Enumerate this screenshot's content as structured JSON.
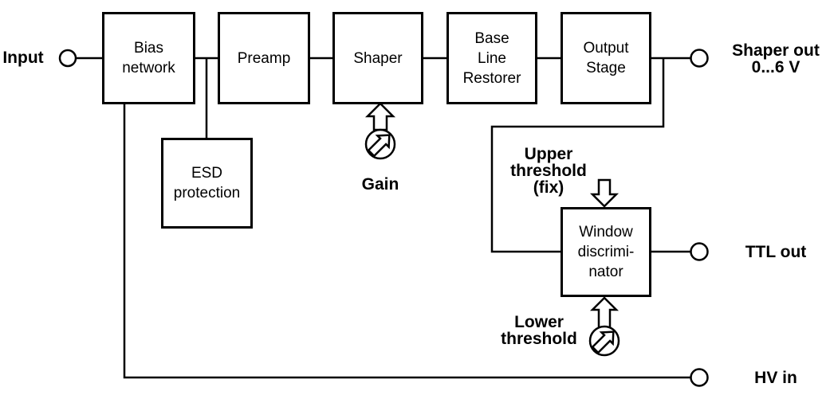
{
  "colors": {
    "background": "#ffffff",
    "line": "#000000",
    "text": "#000000"
  },
  "blocks": {
    "bias_network": {
      "label": "Bias\nnetwork"
    },
    "preamp": {
      "label": "Preamp"
    },
    "shaper": {
      "label": "Shaper"
    },
    "base_line_restorer": {
      "label": "Base\nLine\nRestorer"
    },
    "output_stage": {
      "label": "Output\nStage"
    },
    "esd_protection": {
      "label": "ESD\nprotection"
    },
    "window_discriminator": {
      "label": "Window\ndiscrimi-\nnator"
    }
  },
  "terminals": {
    "input": {
      "label": "Input"
    },
    "shaper_out": {
      "label": "Shaper out\n0...6 V"
    },
    "ttl_out": {
      "label": "TTL out"
    },
    "hv_in": {
      "label": "HV in"
    }
  },
  "controls": {
    "gain": {
      "label": "Gain"
    },
    "upper_threshold": {
      "label": "Upper\nthreshold\n(fix)"
    },
    "lower_threshold": {
      "label": "Lower\nthreshold"
    }
  }
}
